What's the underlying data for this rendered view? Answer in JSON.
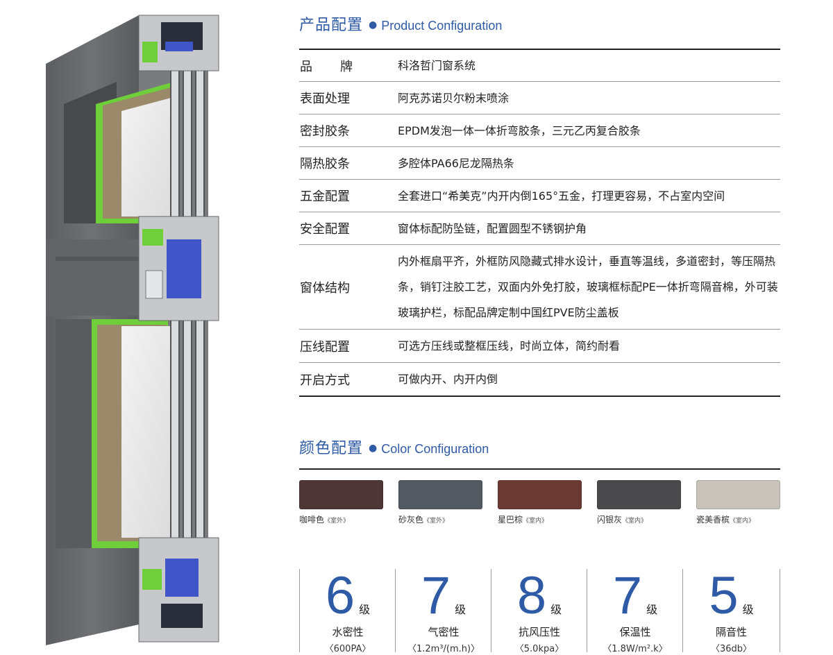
{
  "product_config": {
    "title_cn": "产品配置",
    "title_en": "Product Configuration",
    "rows": [
      {
        "key": "品牌",
        "value": "科洛哲门窗系统"
      },
      {
        "key": "表面处理",
        "value": "阿克苏诺贝尔粉末喷涂"
      },
      {
        "key": "密封胶条",
        "value": "EPDM发泡一体一体折弯胶条，三元乙丙复合胶条"
      },
      {
        "key": "隔热胶条",
        "value": "多腔体PA66尼龙隔热条"
      },
      {
        "key": "五金配置",
        "value": "全套进口“希美克”内开内倒165°五金，打理更容易，不占室内空间"
      },
      {
        "key": "安全配置",
        "value": "窗体标配防坠链，配置圆型不锈钢护角"
      },
      {
        "key": "窗体结构",
        "value": "内外框扇平齐，外框防风隐藏式排水设计，垂直等温线，多道密封，等压隔热条，销钉注胶工艺，双面内外免打胶，玻璃框标配PE一体折弯隔音棉，外可装玻璃护栏，标配品牌定制中国红PVE防尘盖板"
      },
      {
        "key": "压线配置",
        "value": "可选方压线或整框压线，时尚立体，简约耐看"
      },
      {
        "key": "开启方式",
        "value": "可做内开、内开内倒"
      }
    ]
  },
  "color_config": {
    "title_cn": "颜色配置",
    "title_en": "Color Configuration",
    "swatches": [
      {
        "name": "咖啡色",
        "note": "《室外》",
        "color": "#4d3635"
      },
      {
        "name": "砂灰色",
        "note": "《室外》",
        "color": "#525961"
      },
      {
        "name": "星巴棕",
        "note": "《室内》",
        "color": "#6a3a33"
      },
      {
        "name": "闪银灰",
        "note": "《室内》",
        "color": "#4a494b"
      },
      {
        "name": "瓷美香槟",
        "note": "《室内》",
        "color": "#c7c3bb"
      }
    ]
  },
  "ratings": [
    {
      "level": "6",
      "unit": "级",
      "name": "水密性",
      "spec": "〈600PA〉"
    },
    {
      "level": "7",
      "unit": "级",
      "name": "气密性",
      "spec": "〈1.2m³/(m.h)〉"
    },
    {
      "level": "8",
      "unit": "级",
      "name": "抗风压性",
      "spec": "〈5.0kpa〉"
    },
    {
      "level": "7",
      "unit": "级",
      "name": "保温性",
      "spec": "〈1.8W/m².k〉"
    },
    {
      "level": "5",
      "unit": "级",
      "name": "隔音性",
      "spec": "〈36db〉"
    }
  ],
  "colors": {
    "accent": "#2e5aa6",
    "frame": "#6b6c70",
    "seal_green": "#6fcf3a",
    "thermal_blue": "#3f55c8"
  }
}
